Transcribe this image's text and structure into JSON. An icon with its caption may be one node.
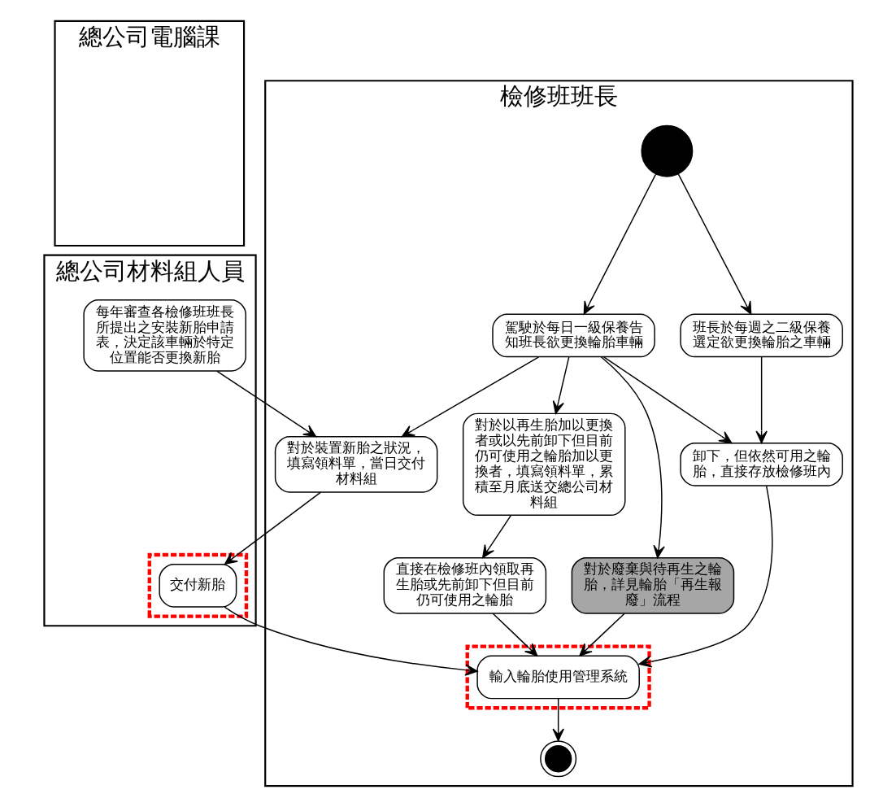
{
  "diagram": {
    "nodes": [
      {
        "text": [
          "總公司電腦課"
        ]
      },
      {
        "text": [
          "總公司材料組人員"
        ]
      },
      {
        "text": [
          "檢修班班長"
        ]
      },
      {
        "text": [],
        "shape": "circle",
        "in": 2
      },
      {
        "text": [
          "駕駛於每日一級保養告知班長欲更換輪胎車輛"
        ],
        "in": 2
      },
      {
        "text": [
          "班長於每週之二級保養選定欲更換輪胎之車輛"
        ],
        "in": 2
      },
      {
        "text": [
          "每年審查各檢修班班長所提出之安裝新胎申請表，決定該車輛於特定位置能否更換新胎"
        ],
        "in": 1
      },
      {
        "text": [
          "對於裝置新胎之狀況，填寫領料單，當日交付材料組"
        ],
        "in": 2
      },
      {
        "text": [
          "對於以再生胎加以更換者或以先前卸下但目前仍可使用之輪胎加以更換者，填寫領料單，累積至月底送交總公司材料組"
        ],
        "in": 2
      },
      {
        "text": [
          "對於廢棄與待再生之輪胎，詳見輪胎「再生報廢」流程"
        ],
        "in": 2
      },
      {
        "text": [
          "卸下，但依然可用之輪胎，直接存放檢修班內"
        ],
        "in": 2
      },
      {
        "text": [],
        "shape": "box",
        "in": 1
      },
      {
        "text": [
          "交付新胎"
        ],
        "in": 11
      },
      {
        "text": [
          "直接在檢修班內領取再生胎或先前卸下但目前仍可使用之輪胎"
        ],
        "in": 2
      },
      {
        "text": [],
        "shape": "box",
        "in": 2
      },
      {
        "text": [
          "輸入輪胎使用管理系統"
        ],
        "in": 14
      },
      {
        "text": [],
        "shape": "circle",
        "in": 2
      }
    ],
    "edges": [
      {
        "from": 3,
        "to": 4,
        "arrow": "to"
      },
      {
        "from": 3,
        "to": 5,
        "arrow": "to"
      },
      {
        "from": 4,
        "to": 7,
        "arrow": "to"
      },
      {
        "from": 4,
        "to": 8,
        "arrow": "to"
      },
      {
        "from": 4,
        "to": 9,
        "arrow": "to"
      },
      {
        "from": 4,
        "to": 10,
        "arrow": "to"
      },
      {
        "from": 5,
        "to": 10,
        "arrow": "to"
      },
      {
        "from": 6,
        "to": 7,
        "arrow": "to"
      },
      {
        "from": 7,
        "to": 12,
        "arrow": "to"
      },
      {
        "from": 8,
        "to": 13,
        "arrow": "to"
      },
      {
        "from": 12,
        "to": 15,
        "arrow": "to"
      },
      {
        "from": 13,
        "to": 15,
        "arrow": "to"
      },
      {
        "from": 9,
        "to": 15,
        "arrow": "to"
      },
      {
        "from": 10,
        "to": 15,
        "arrow": "to"
      },
      {
        "from": 15,
        "to": 16,
        "arrow": "to"
      }
    ]
  }
}
